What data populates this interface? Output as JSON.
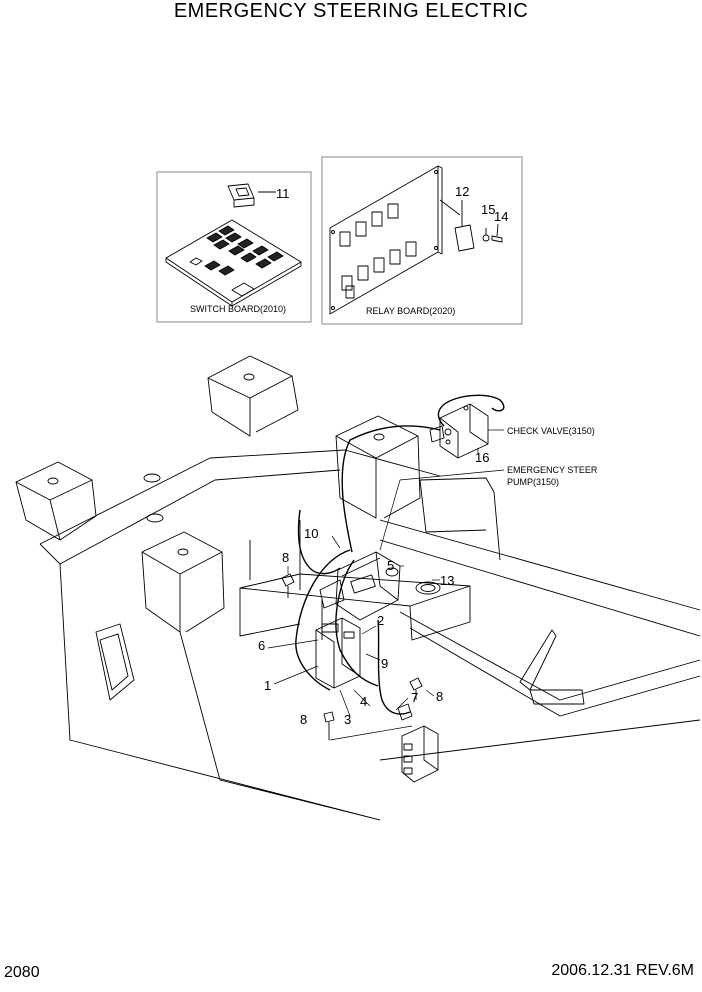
{
  "title": "EMERGENCY STEERING ELECTRIC",
  "page_number": "2080",
  "revision": "2006.12.31  REV.6M",
  "inset_captions": {
    "switch_board": "SWITCH BOARD(2010)",
    "relay_board": "RELAY BOARD(2020)"
  },
  "callouts": {
    "check_valve": "CHECK VALVE(3150)",
    "pump_line1": "EMERGENCY STEER",
    "pump_line2": "PUMP(3150)"
  },
  "part_numbers": {
    "p1": "1",
    "p2": "2",
    "p3": "3",
    "p4": "4",
    "p5": "5",
    "p6": "6",
    "p7": "7",
    "p8a": "8",
    "p8b": "8",
    "p8c": "8",
    "p9": "9",
    "p10": "10",
    "p11": "11",
    "p12": "12",
    "p13": "13",
    "p14": "14",
    "p15": "15",
    "p16": "16"
  },
  "colors": {
    "line": "#000000",
    "background": "#ffffff",
    "inset_border": "#888888"
  }
}
